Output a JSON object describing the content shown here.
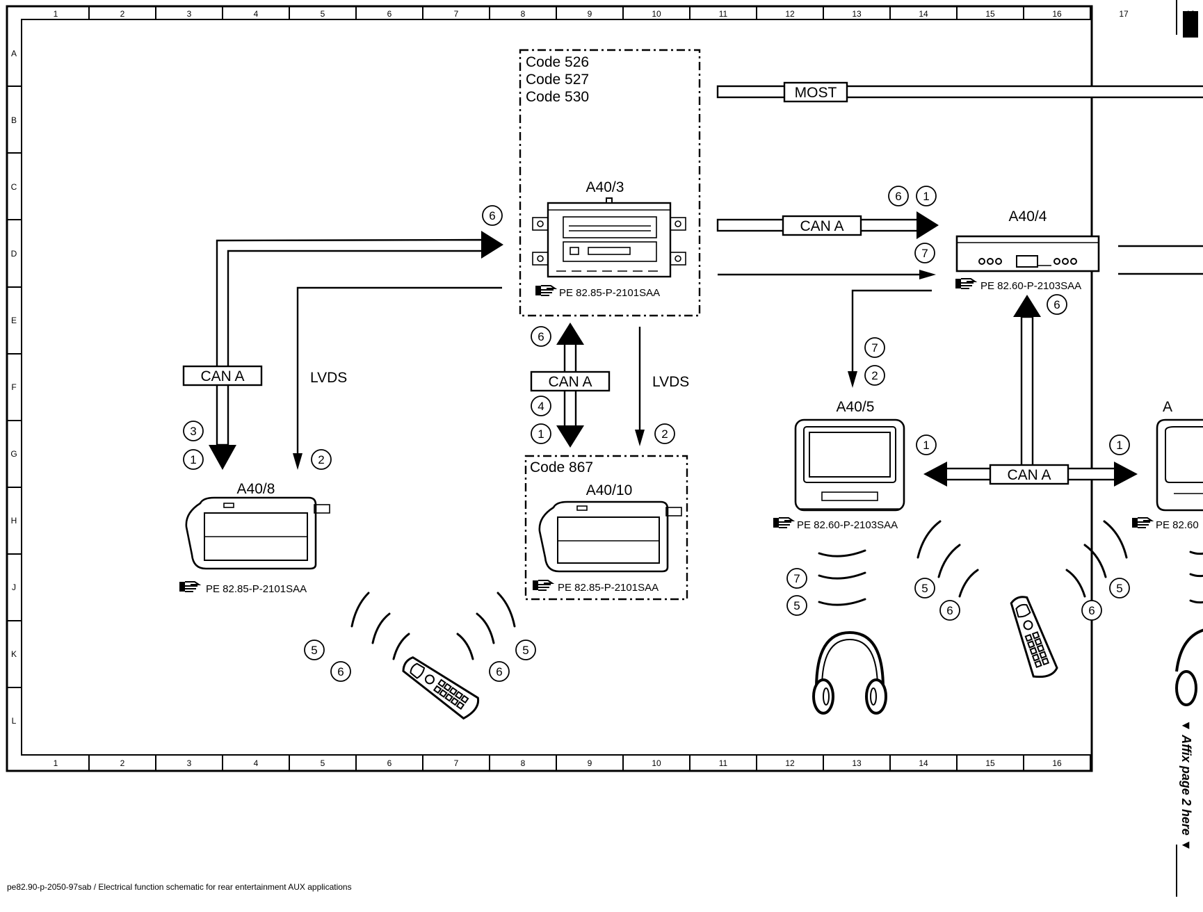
{
  "grid": {
    "columns": [
      "1",
      "2",
      "3",
      "4",
      "5",
      "6",
      "7",
      "8",
      "9",
      "10",
      "11",
      "12",
      "13",
      "14",
      "15",
      "16",
      "17",
      "18"
    ],
    "rows": [
      "A",
      "B",
      "C",
      "D",
      "E",
      "F",
      "G",
      "H",
      "J",
      "K",
      "L"
    ]
  },
  "code_box_top": {
    "codes": [
      "Code 526",
      "Code 527",
      "Code 530"
    ]
  },
  "code_box_bottom": {
    "code": "Code 867"
  },
  "bus": {
    "most": "MOST",
    "can_a": "CAN A",
    "lvds": "LVDS"
  },
  "components": {
    "a40_3": {
      "label": "A40/3",
      "ref": "PE 82.85-P-2101SAA"
    },
    "a40_4": {
      "label": "A40/4",
      "ref": "PE 82.60-P-2103SAA"
    },
    "a40_5": {
      "label": "A40/5",
      "ref": "PE 82.60-P-2103SAA"
    },
    "a40_6_partial": {
      "label": "A",
      "ref": "PE 82.60"
    },
    "a40_8": {
      "label": "A40/8",
      "ref": "PE 82.85-P-2101SAA"
    },
    "a40_10": {
      "label": "A40/10",
      "ref": "PE 82.85-P-2101SAA"
    }
  },
  "signal_numbers": {
    "n1": "1",
    "n2": "2",
    "n3": "3",
    "n4": "4",
    "n5": "5",
    "n6": "6",
    "n7": "7"
  },
  "footer": "pe82.90-p-2050-97sab / Electrical function schematic for rear entertainment AUX applications",
  "side_note": "▼ Affix page 2 here ▼",
  "icons": [
    "reference-hand-icon",
    "remote-control-icon",
    "headphones-icon",
    "monitor-icon",
    "dvd-player-icon",
    "radio-unit-icon"
  ]
}
